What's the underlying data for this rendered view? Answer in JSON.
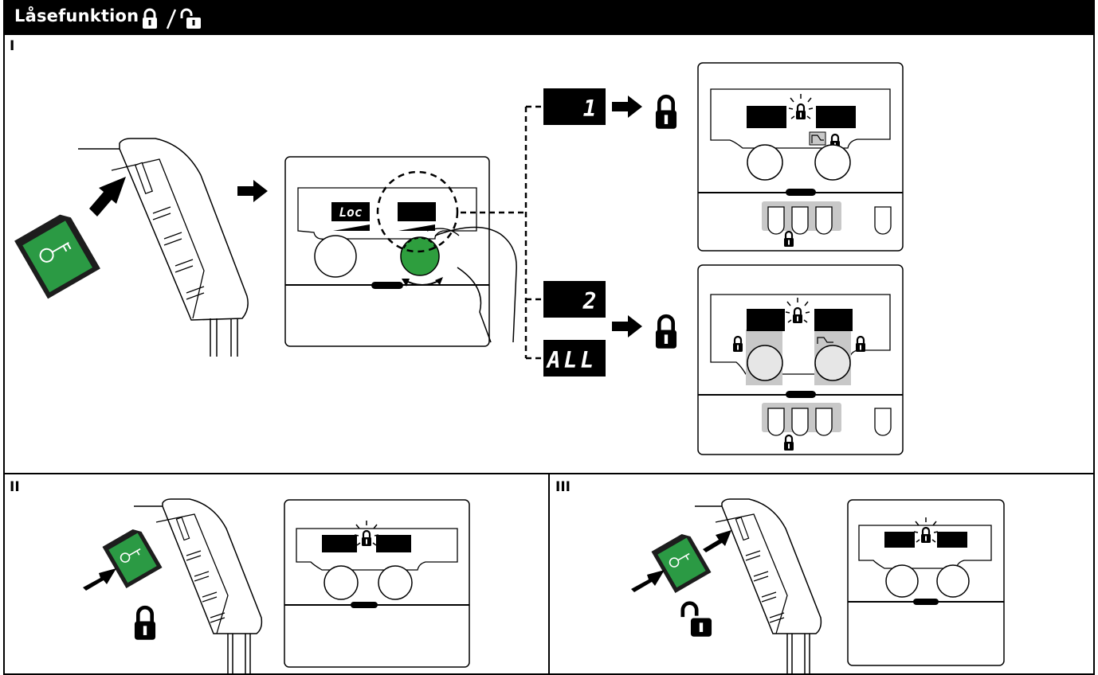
{
  "header": {
    "title": "Låsefunktion",
    "lock_icon": "padlock-closed-icon",
    "unlock_icon": "padlock-open-icon"
  },
  "panels": {
    "one": {
      "label": "I"
    },
    "two": {
      "label": "II"
    },
    "three": {
      "label": "III"
    }
  },
  "displays": {
    "loc": "Loc",
    "option_1": "1",
    "option_2": "2",
    "option_all": "ALL"
  },
  "colors": {
    "header_bg": "#000000",
    "knob_green": "#2e9e3e",
    "card_green": "#2b9a44",
    "locked_highlight": "#c8c8c8"
  }
}
